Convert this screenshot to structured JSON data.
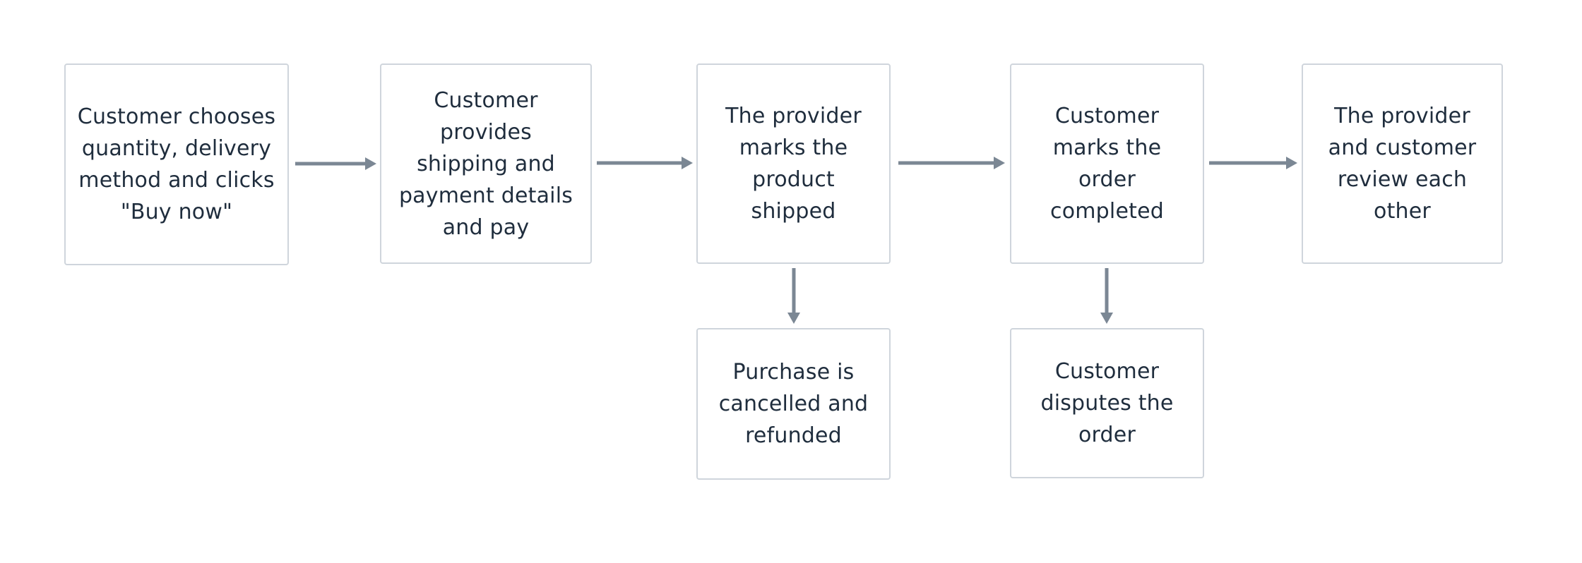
{
  "diagram": {
    "nodes": [
      {
        "id": "n1",
        "label": "Customer chooses quantity, delivery method and clicks \"Buy now\""
      },
      {
        "id": "n2",
        "label": "Customer provides shipping and payment details and pay"
      },
      {
        "id": "n3",
        "label": "The provider marks the product shipped"
      },
      {
        "id": "n4",
        "label": "Customer marks the order completed"
      },
      {
        "id": "n5",
        "label": "The provider and customer review each other"
      },
      {
        "id": "n6",
        "label": "Purchase is cancelled and refunded"
      },
      {
        "id": "n7",
        "label": "Customer disputes the order"
      }
    ],
    "edges": [
      {
        "from": "n1",
        "to": "n2"
      },
      {
        "from": "n2",
        "to": "n3"
      },
      {
        "from": "n3",
        "to": "n4"
      },
      {
        "from": "n4",
        "to": "n5"
      },
      {
        "from": "n3",
        "to": "n6"
      },
      {
        "from": "n4",
        "to": "n7"
      }
    ],
    "colors": {
      "arrow": "#7b8794",
      "node_border": "#cfd5dc",
      "text": "#1f2d3d"
    }
  }
}
